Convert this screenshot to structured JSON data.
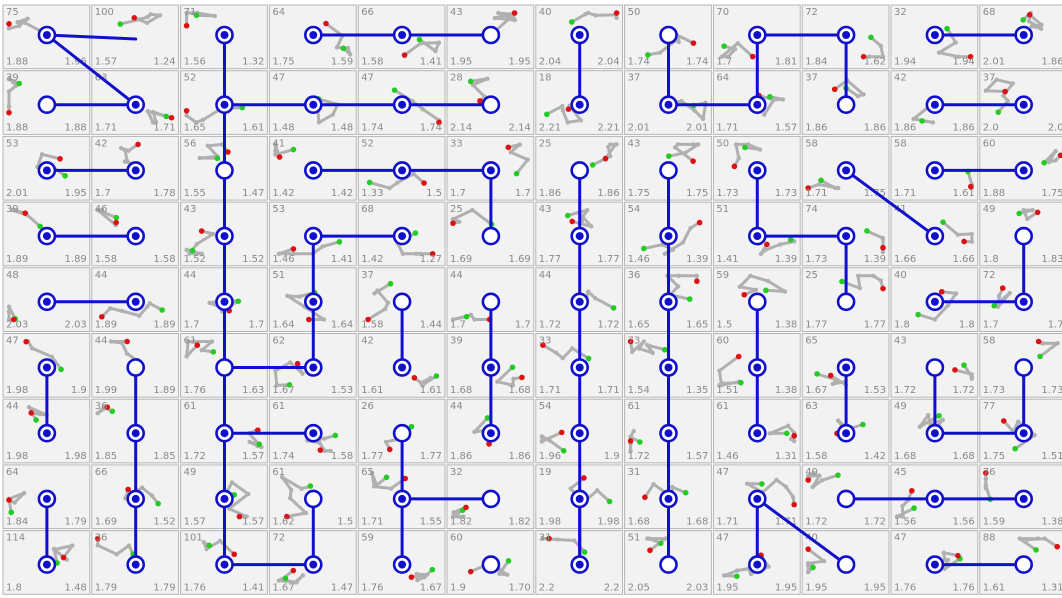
{
  "grid": {
    "rows": 9,
    "cols": 12
  },
  "colors": {
    "link": "#1010cc",
    "start_dot": "#22cc22",
    "end_dot": "#dd1111",
    "trace": "#b0b0b0",
    "cell_bg": "#f2f2f2",
    "cell_border": "#b4b4b4",
    "text": "#8a8a8a"
  },
  "cells": [
    [
      {
        "n": "75",
        "a": "1.88",
        "b": "1.96"
      },
      {
        "n": "100",
        "a": "1.57",
        "b": "1.24"
      },
      {
        "n": "71",
        "a": "1.56",
        "b": "1.32"
      },
      {
        "n": "64",
        "a": "1.75",
        "b": "1.59"
      },
      {
        "n": "66",
        "a": "1.58",
        "b": "1.41"
      },
      {
        "n": "43",
        "a": "1.95",
        "b": "1.95"
      },
      {
        "n": "40",
        "a": "2.04",
        "b": "2.04"
      },
      {
        "n": "50",
        "a": "1.74",
        "b": "1.74"
      },
      {
        "n": "70",
        "a": "1.7",
        "b": "1.81"
      },
      {
        "n": "72",
        "a": "1.84",
        "b": "1.62"
      },
      {
        "n": "32",
        "a": "1.94",
        "b": "1.94"
      },
      {
        "n": "68",
        "a": "2.01",
        "b": "1.86"
      }
    ],
    [
      {
        "n": "39",
        "a": "1.88",
        "b": "1.88"
      },
      {
        "n": "63",
        "a": "1.71",
        "b": "1.71"
      },
      {
        "n": "52",
        "a": "1.65",
        "b": "1.61"
      },
      {
        "n": "47",
        "a": "1.48",
        "b": "1.48"
      },
      {
        "n": "47",
        "a": "1.74",
        "b": "1.74"
      },
      {
        "n": "28",
        "a": "2.14",
        "b": "2.14"
      },
      {
        "n": "18",
        "a": "2.21",
        "b": "2.21"
      },
      {
        "n": "37",
        "a": "2.01",
        "b": "2.01"
      },
      {
        "n": "64",
        "a": "1.71",
        "b": "1.57"
      },
      {
        "n": "37",
        "a": "1.86",
        "b": "1.86"
      },
      {
        "n": "42",
        "a": "1.86",
        "b": "1.86"
      },
      {
        "n": "37",
        "a": "2.0",
        "b": "2.0"
      }
    ],
    [
      {
        "n": "53",
        "a": "2.01",
        "b": "1.95"
      },
      {
        "n": "42",
        "a": "1.7",
        "b": "1.78"
      },
      {
        "n": "56",
        "a": "1.55",
        "b": "1.47"
      },
      {
        "n": "41",
        "a": "1.42",
        "b": "1.42"
      },
      {
        "n": "52",
        "a": "1.33",
        "b": "1.5"
      },
      {
        "n": "33",
        "a": "1.7",
        "b": "1.7"
      },
      {
        "n": "25",
        "a": "1.86",
        "b": "1.86"
      },
      {
        "n": "43",
        "a": "1.75",
        "b": "1.75"
      },
      {
        "n": "50",
        "a": "1.73",
        "b": "1.73"
      },
      {
        "n": "58",
        "a": "1.71",
        "b": "1.75"
      },
      {
        "n": "58",
        "a": "1.71",
        "b": "1.61"
      },
      {
        "n": "60",
        "a": "1.88",
        "b": "1.75"
      }
    ],
    [
      {
        "n": "39",
        "a": "1.89",
        "b": "1.89"
      },
      {
        "n": "46",
        "a": "1.58",
        "b": "1.58"
      },
      {
        "n": "43",
        "a": "1.52",
        "b": "1.52"
      },
      {
        "n": "53",
        "a": "1.46",
        "b": "1.41"
      },
      {
        "n": "68",
        "a": "1.42",
        "b": "1.27"
      },
      {
        "n": "25",
        "a": "1.69",
        "b": "1.69"
      },
      {
        "n": "43",
        "a": "1.77",
        "b": "1.77"
      },
      {
        "n": "54",
        "a": "1.46",
        "b": "1.39"
      },
      {
        "n": "51",
        "a": "1.41",
        "b": "1.39"
      },
      {
        "n": "74",
        "a": "1.73",
        "b": "1.39"
      },
      {
        "n": "41",
        "a": "1.66",
        "b": "1.66"
      },
      {
        "n": "49",
        "a": "1.8",
        "b": "1.83"
      }
    ],
    [
      {
        "n": "48",
        "a": "2.03",
        "b": "2.03"
      },
      {
        "n": "44",
        "a": "1.89",
        "b": "1.89"
      },
      {
        "n": "44",
        "a": "1.7",
        "b": "1.7"
      },
      {
        "n": "51",
        "a": "1.64",
        "b": "1.64"
      },
      {
        "n": "37",
        "a": "1.58",
        "b": "1.44"
      },
      {
        "n": "44",
        "a": "1.7",
        "b": "1.7"
      },
      {
        "n": "44",
        "a": "1.72",
        "b": "1.72"
      },
      {
        "n": "36",
        "a": "1.65",
        "b": "1.65"
      },
      {
        "n": "59",
        "a": "1.5",
        "b": "1.38"
      },
      {
        "n": "25",
        "a": "1.77",
        "b": "1.77"
      },
      {
        "n": "40",
        "a": "1.8",
        "b": "1.8"
      },
      {
        "n": "72",
        "a": "1.7",
        "b": "1.7"
      }
    ],
    [
      {
        "n": "47",
        "a": "1.98",
        "b": "1.9"
      },
      {
        "n": "44",
        "a": "1.99",
        "b": "1.89"
      },
      {
        "n": "61",
        "a": "1.76",
        "b": "1.63"
      },
      {
        "n": "62",
        "a": "1.67",
        "b": "1.53"
      },
      {
        "n": "42",
        "a": "1.61",
        "b": "1.61"
      },
      {
        "n": "39",
        "a": "1.68",
        "b": "1.68"
      },
      {
        "n": "33",
        "a": "1.71",
        "b": "1.71"
      },
      {
        "n": "73",
        "a": "1.54",
        "b": "1.35"
      },
      {
        "n": "60",
        "a": "1.51",
        "b": "1.38"
      },
      {
        "n": "65",
        "a": "1.67",
        "b": "1.53"
      },
      {
        "n": "43",
        "a": "1.72",
        "b": "1.72"
      },
      {
        "n": "58",
        "a": "1.73",
        "b": "1.73"
      }
    ],
    [
      {
        "n": "44",
        "a": "1.98",
        "b": "1.98"
      },
      {
        "n": "36",
        "a": "1.85",
        "b": "1.85"
      },
      {
        "n": "61",
        "a": "1.72",
        "b": "1.57"
      },
      {
        "n": "61",
        "a": "1.74",
        "b": "1.58"
      },
      {
        "n": "26",
        "a": "1.77",
        "b": "1.77"
      },
      {
        "n": "44",
        "a": "1.86",
        "b": "1.86"
      },
      {
        "n": "54",
        "a": "1.96",
        "b": "1.9"
      },
      {
        "n": "61",
        "a": "1.72",
        "b": "1.57"
      },
      {
        "n": "61",
        "a": "1.46",
        "b": "1.31"
      },
      {
        "n": "63",
        "a": "1.58",
        "b": "1.42"
      },
      {
        "n": "49",
        "a": "1.68",
        "b": "1.68"
      },
      {
        "n": "77",
        "a": "1.75",
        "b": "1.51"
      }
    ],
    [
      {
        "n": "64",
        "a": "1.84",
        "b": "1.79"
      },
      {
        "n": "66",
        "a": "1.69",
        "b": "1.52"
      },
      {
        "n": "49",
        "a": "1.57",
        "b": "1.57"
      },
      {
        "n": "61",
        "a": "1.62",
        "b": "1.5"
      },
      {
        "n": "65",
        "a": "1.71",
        "b": "1.55"
      },
      {
        "n": "32",
        "a": "1.82",
        "b": "1.82"
      },
      {
        "n": "19",
        "a": "1.98",
        "b": "1.98"
      },
      {
        "n": "31",
        "a": "1.68",
        "b": "1.68"
      },
      {
        "n": "47",
        "a": "1.71",
        "b": "1.71"
      },
      {
        "n": "40",
        "a": "1.72",
        "b": "1.72"
      },
      {
        "n": "45",
        "a": "1.56",
        "b": "1.56"
      },
      {
        "n": "76",
        "a": "1.59",
        "b": "1.38"
      }
    ],
    [
      {
        "n": "114",
        "a": "1.8",
        "b": "1.48"
      },
      {
        "n": "36",
        "a": "1.79",
        "b": "1.79"
      },
      {
        "n": "101",
        "a": "1.76",
        "b": "1.41"
      },
      {
        "n": "72",
        "a": "1.67",
        "b": "1.47"
      },
      {
        "n": "59",
        "a": "1.76",
        "b": "1.67"
      },
      {
        "n": "60",
        "a": "1.9",
        "b": "1.70"
      },
      {
        "n": "31",
        "a": "2.2",
        "b": "2.2"
      },
      {
        "n": "51",
        "a": "2.05",
        "b": "2.03"
      },
      {
        "n": "47",
        "a": "1.95",
        "b": "1.95"
      },
      {
        "n": "40",
        "a": "1.95",
        "b": "1.95"
      },
      {
        "n": "47",
        "a": "1.76",
        "b": "1.76"
      },
      {
        "n": "88",
        "a": "1.61",
        "b": "1.31"
      }
    ]
  ],
  "nodes": [
    [
      [
        "dbl",
        0,
        1
      ],
      [
        "none",
        0,
        0
      ],
      [
        "dbl",
        0,
        1
      ],
      [
        "dbl",
        0,
        1
      ],
      [
        "dbl",
        0,
        1
      ],
      [
        "open",
        0,
        1
      ],
      [
        "dbl",
        0,
        1
      ],
      [
        "open",
        0,
        1
      ],
      [
        "dbl",
        0,
        1
      ],
      [
        "dbl",
        0,
        1
      ],
      [
        "dbl",
        0,
        1
      ],
      [
        "dbl",
        0,
        1
      ]
    ],
    [
      [
        "open",
        1,
        0
      ],
      [
        "dbl",
        1,
        0
      ],
      [
        "dbl",
        1,
        0
      ],
      [
        "dbl",
        1,
        0
      ],
      [
        "dbl",
        1,
        0
      ],
      [
        "open",
        1,
        0
      ],
      [
        "dbl",
        1,
        0
      ],
      [
        "dbl",
        1,
        0
      ],
      [
        "dbl",
        1,
        0
      ],
      [
        "open",
        1,
        0
      ],
      [
        "dbl",
        1,
        0
      ],
      [
        "dbl",
        1,
        0
      ]
    ],
    [
      [
        "dbl",
        0,
        0
      ],
      [
        "dbl",
        0,
        0
      ],
      [
        "open",
        1,
        0
      ],
      [
        "dbl",
        0,
        0
      ],
      [
        "dbl",
        0,
        0
      ],
      [
        "dbl",
        0,
        0
      ],
      [
        "open",
        1,
        0
      ],
      [
        "open",
        1,
        0
      ],
      [
        "dbl",
        0,
        0
      ],
      [
        "dbl",
        0,
        0
      ],
      [
        "dbl",
        0,
        0
      ],
      [
        "dbl",
        0,
        0
      ]
    ],
    [
      [
        "dbl",
        0,
        0
      ],
      [
        "dbl",
        0,
        0
      ],
      [
        "dbl",
        0,
        0
      ],
      [
        "dbl",
        0,
        0
      ],
      [
        "dbl",
        0,
        0
      ],
      [
        "open",
        1,
        0
      ],
      [
        "dbl",
        0,
        0
      ],
      [
        "dbl",
        0,
        0
      ],
      [
        "dbl",
        0,
        0
      ],
      [
        "dbl",
        0,
        0
      ],
      [
        "dbl",
        0,
        0
      ],
      [
        "open",
        0,
        0
      ]
    ],
    [
      [
        "dbl",
        0,
        0
      ],
      [
        "dbl",
        0,
        0
      ],
      [
        "dbl",
        0,
        0
      ],
      [
        "dbl",
        0,
        0
      ],
      [
        "open",
        1,
        0
      ],
      [
        "open",
        1,
        0
      ],
      [
        "dbl",
        0,
        0
      ],
      [
        "dbl",
        0,
        0
      ],
      [
        "open",
        1,
        0
      ],
      [
        "open",
        1,
        0
      ],
      [
        "dbl",
        0,
        0
      ],
      [
        "dbl",
        0,
        0
      ]
    ],
    [
      [
        "dbl",
        0,
        0
      ],
      [
        "open",
        1,
        0
      ],
      [
        "open",
        1,
        0
      ],
      [
        "dbl",
        0,
        0
      ],
      [
        "dbl",
        0,
        0
      ],
      [
        "dbl",
        0,
        0
      ],
      [
        "dbl",
        0,
        0
      ],
      [
        "dbl",
        0,
        0
      ],
      [
        "dbl",
        0,
        0
      ],
      [
        "dbl",
        0,
        0
      ],
      [
        "open",
        1,
        0
      ],
      [
        "open",
        1,
        0
      ]
    ],
    [
      [
        "dbl",
        0,
        0
      ],
      [
        "dbl",
        0,
        0
      ],
      [
        "dbl",
        0,
        0
      ],
      [
        "dbl",
        0,
        0
      ],
      [
        "open",
        1,
        0
      ],
      [
        "dbl",
        0,
        0
      ],
      [
        "dbl",
        0,
        0
      ],
      [
        "dbl",
        0,
        0
      ],
      [
        "dbl",
        0,
        0
      ],
      [
        "dbl",
        0,
        0
      ],
      [
        "dbl",
        0,
        0
      ],
      [
        "dbl",
        0,
        0
      ]
    ],
    [
      [
        "dbl",
        0,
        0
      ],
      [
        "dbl",
        0,
        0
      ],
      [
        "dbl",
        0,
        0
      ],
      [
        "open",
        1,
        0
      ],
      [
        "dbl",
        0,
        0
      ],
      [
        "open",
        1,
        0
      ],
      [
        "dbl",
        0,
        0
      ],
      [
        "dbl",
        0,
        0
      ],
      [
        "dbl",
        0,
        0
      ],
      [
        "open",
        1,
        0
      ],
      [
        "dbl",
        0,
        0
      ],
      [
        "dbl",
        0,
        0
      ]
    ],
    [
      [
        "dbl",
        0,
        0
      ],
      [
        "dbl",
        0,
        0
      ],
      [
        "dbl",
        0,
        0
      ],
      [
        "dbl",
        0,
        0
      ],
      [
        "dbl",
        0,
        0
      ],
      [
        "open",
        1,
        0
      ],
      [
        "dbl",
        0,
        0
      ],
      [
        "open",
        1,
        0
      ],
      [
        "dbl",
        0,
        0
      ],
      [
        "open",
        1,
        0
      ],
      [
        "dbl",
        0,
        0
      ],
      [
        "open",
        1,
        0
      ]
    ]
  ],
  "links": [
    [
      [
        0,
        0
      ],
      [
        1,
        1
      ]
    ],
    [
      [
        0,
        0
      ],
      [
        0,
        1
      ]
    ],
    [
      [
        1,
        0
      ],
      [
        1,
        1
      ]
    ],
    [
      [
        0,
        2
      ],
      [
        8,
        2
      ]
    ],
    [
      [
        0,
        3
      ],
      [
        0,
        5
      ]
    ],
    [
      [
        1,
        2
      ],
      [
        1,
        5
      ]
    ],
    [
      [
        0,
        6
      ],
      [
        1,
        6
      ]
    ],
    [
      [
        0,
        7
      ],
      [
        1,
        7
      ]
    ],
    [
      [
        1,
        7
      ],
      [
        1,
        8
      ]
    ],
    [
      [
        0,
        8
      ],
      [
        0,
        9
      ]
    ],
    [
      [
        0,
        8
      ],
      [
        1,
        8
      ]
    ],
    [
      [
        0,
        9
      ],
      [
        1,
        9
      ]
    ],
    [
      [
        0,
        10
      ],
      [
        0,
        11
      ]
    ],
    [
      [
        1,
        10
      ],
      [
        1,
        11
      ]
    ],
    [
      [
        2,
        0
      ],
      [
        2,
        1
      ]
    ],
    [
      [
        2,
        3
      ],
      [
        2,
        5
      ]
    ],
    [
      [
        2,
        5
      ],
      [
        3,
        5
      ]
    ],
    [
      [
        2,
        6
      ],
      [
        8,
        6
      ]
    ],
    [
      [
        2,
        7
      ],
      [
        8,
        7
      ]
    ],
    [
      [
        2,
        8
      ],
      [
        3,
        8
      ]
    ],
    [
      [
        3,
        8
      ],
      [
        3,
        9
      ]
    ],
    [
      [
        3,
        9
      ],
      [
        4,
        9
      ]
    ],
    [
      [
        2,
        9
      ],
      [
        3,
        10
      ]
    ],
    [
      [
        2,
        10
      ],
      [
        2,
        11
      ]
    ],
    [
      [
        3,
        0
      ],
      [
        3,
        1
      ]
    ],
    [
      [
        3,
        2
      ],
      [
        4,
        2
      ]
    ],
    [
      [
        3,
        3
      ],
      [
        3,
        4
      ]
    ],
    [
      [
        3,
        3
      ],
      [
        5,
        3
      ]
    ],
    [
      [
        5,
        2
      ],
      [
        5,
        3
      ]
    ],
    [
      [
        3,
        11
      ],
      [
        4,
        11
      ]
    ],
    [
      [
        4,
        10
      ],
      [
        4,
        11
      ]
    ],
    [
      [
        4,
        0
      ],
      [
        4,
        1
      ]
    ],
    [
      [
        4,
        4
      ],
      [
        5,
        4
      ]
    ],
    [
      [
        4,
        5
      ],
      [
        6,
        5
      ]
    ],
    [
      [
        4,
        8
      ],
      [
        6,
        8
      ]
    ],
    [
      [
        5,
        0
      ],
      [
        6,
        0
      ]
    ],
    [
      [
        5,
        1
      ],
      [
        8,
        1
      ]
    ],
    [
      [
        5,
        9
      ],
      [
        6,
        9
      ]
    ],
    [
      [
        5,
        10
      ],
      [
        6,
        10
      ]
    ],
    [
      [
        6,
        10
      ],
      [
        6,
        11
      ]
    ],
    [
      [
        5,
        11
      ],
      [
        6,
        11
      ]
    ],
    [
      [
        6,
        2
      ],
      [
        6,
        3
      ]
    ],
    [
      [
        6,
        4
      ],
      [
        8,
        4
      ]
    ],
    [
      [
        7,
        4
      ],
      [
        7,
        5
      ]
    ],
    [
      [
        7,
        0
      ],
      [
        8,
        0
      ]
    ],
    [
      [
        7,
        2
      ],
      [
        8,
        2
      ]
    ],
    [
      [
        7,
        3
      ],
      [
        8,
        3
      ]
    ],
    [
      [
        8,
        2
      ],
      [
        8,
        3
      ]
    ],
    [
      [
        7,
        6
      ],
      [
        8,
        6
      ]
    ],
    [
      [
        7,
        8
      ],
      [
        8,
        8
      ]
    ],
    [
      [
        7,
        8
      ],
      [
        8,
        9
      ]
    ],
    [
      [
        7,
        9
      ],
      [
        7,
        11
      ]
    ],
    [
      [
        8,
        10
      ],
      [
        8,
        11
      ]
    ]
  ]
}
